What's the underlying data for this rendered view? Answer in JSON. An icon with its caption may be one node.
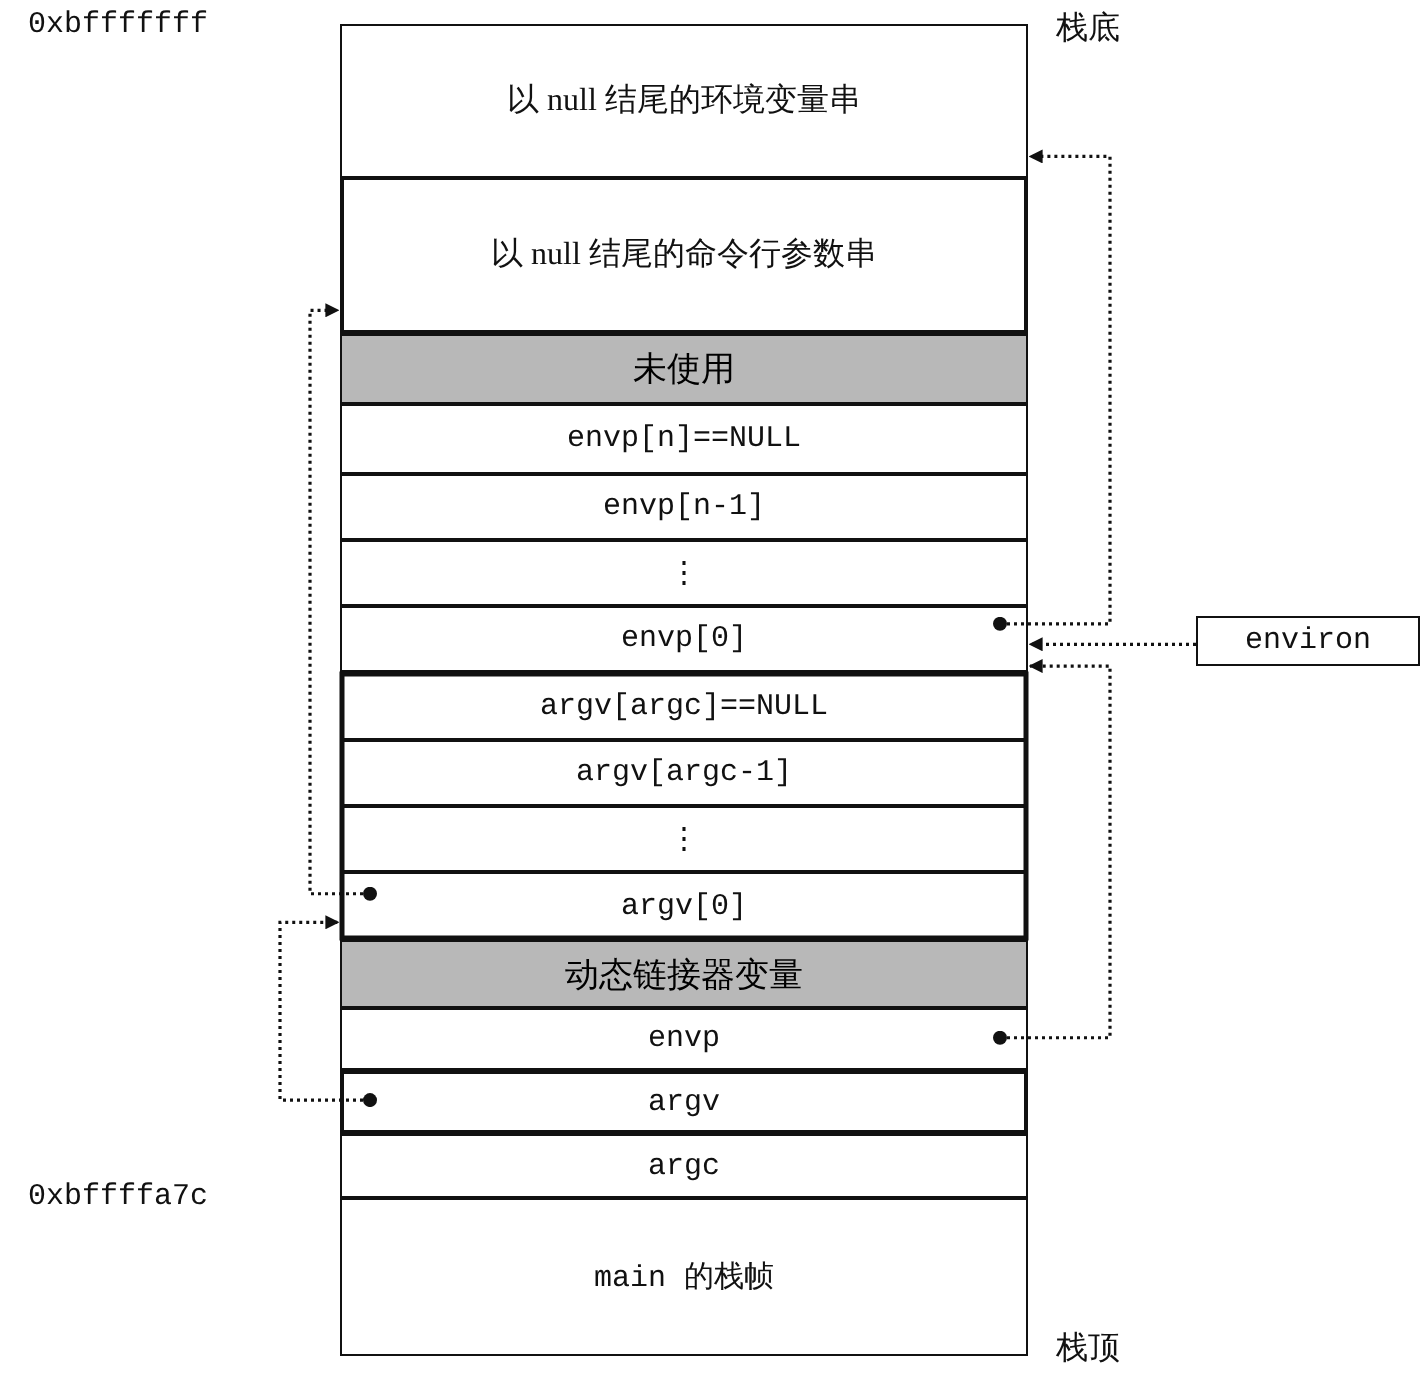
{
  "diagram": {
    "nodes": [
      {
        "text": [
          "以 null 结尾的环境变量串"
        ]
      },
      {
        "text": [
          "以 null 结尾的命令行参数串"
        ]
      },
      {
        "text": [
          "未使用"
        ]
      },
      {
        "text": [
          "envp[n]==NULL"
        ]
      },
      {
        "text": [
          "envp[n-1]"
        ]
      },
      {
        "text": [
          "⋮"
        ]
      },
      {
        "text": [
          "envp[0]"
        ]
      },
      {
        "text": [
          "argv[argc]==NULL"
        ]
      },
      {
        "text": [
          "argv[argc-1]"
        ]
      },
      {
        "text": [
          "⋮"
        ]
      },
      {
        "text": [
          "argv[0]"
        ]
      },
      {
        "text": [
          "动态链接器变量"
        ]
      },
      {
        "text": [
          "envp"
        ]
      },
      {
        "text": [
          "argv"
        ]
      },
      {
        "text": [
          "argc"
        ]
      },
      {
        "text": [
          "main 的栈帧"
        ]
      },
      {
        "text": [
          "environ"
        ]
      }
    ],
    "edges": [
      {
        "from": 6,
        "to": 0,
        "arrow": "to",
        "style": "dashed"
      },
      {
        "from": 16,
        "to": 6,
        "arrow": "to",
        "style": "dashed"
      },
      {
        "from": 12,
        "to": 6,
        "arrow": "to",
        "style": "dashed"
      },
      {
        "from": 10,
        "to": 1,
        "arrow": "to",
        "style": "dashed"
      },
      {
        "from": 13,
        "to": 10,
        "arrow": "to",
        "style": "dashed"
      }
    ],
    "labels": [
      "0xbfffffff",
      "栈底",
      "0xbffffa7c",
      "栈顶"
    ]
  }
}
